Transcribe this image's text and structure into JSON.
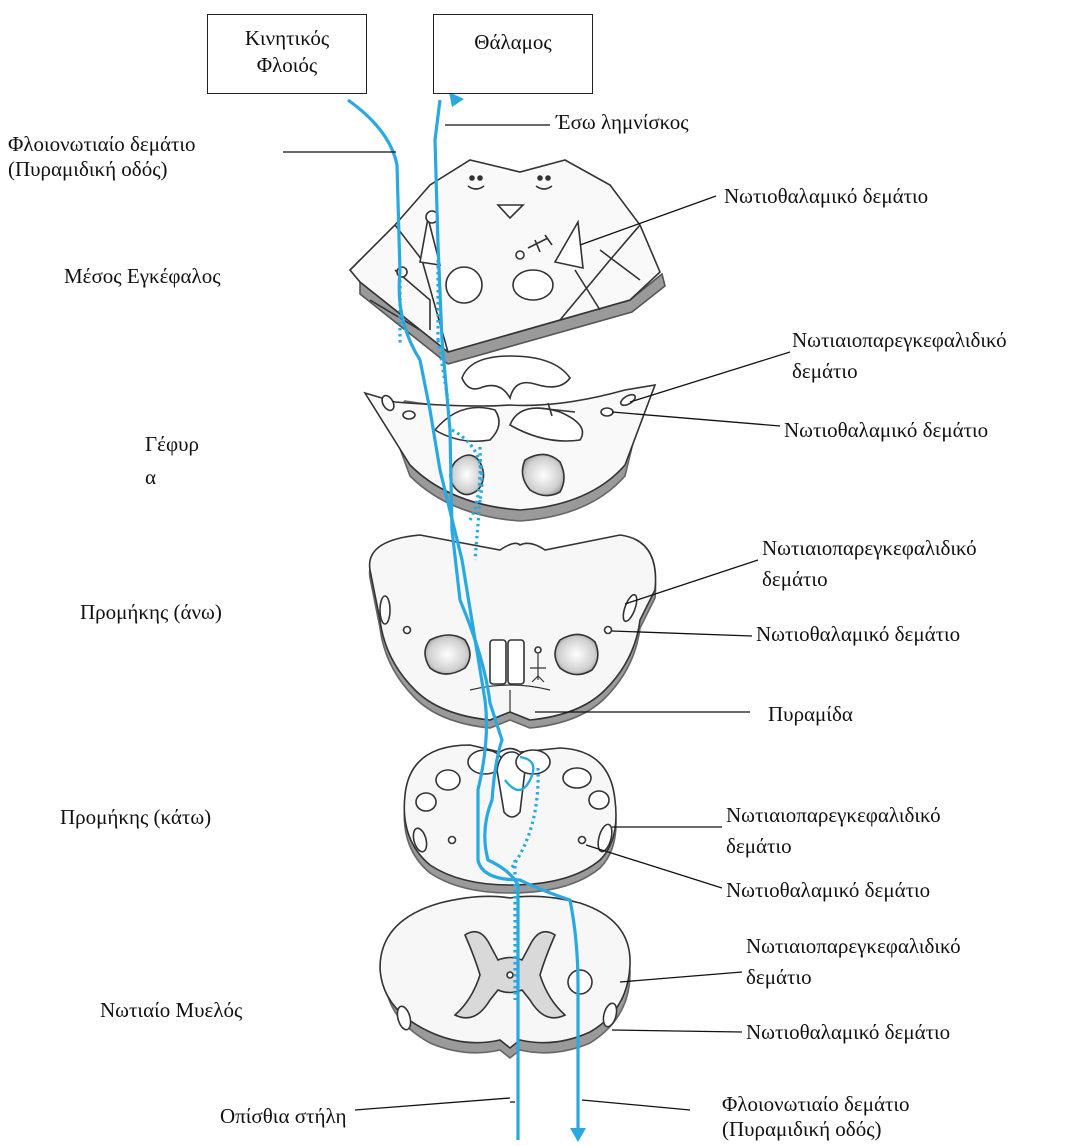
{
  "boxes": {
    "motor_cortex": {
      "line1": "Κινητικός",
      "line2": "Φλοιός"
    },
    "thalamus": {
      "line1": "Θάλαμος"
    }
  },
  "left_labels": {
    "corticospinal_top": {
      "line1": "Φλοιονωτιαίο δεμάτιο",
      "line2": "(Πυραμιδική οδός)"
    },
    "midbrain": "Μέσος Εγκέφαλος",
    "pons": {
      "line1": "Γέφυρ",
      "line2": "α"
    },
    "medulla_upper": "Προμήκης (άνω)",
    "medulla_lower": "Προμήκης (κάτω)",
    "spinal_cord": "Νωτιαίο Μυελός",
    "dorsal_column": "Οπίσθια στήλη"
  },
  "right_labels": {
    "medial_lemniscus": "Έσω λημνίσκος",
    "spinothalamic_1": "Νωτιοθαλαμικό δεμάτιο",
    "spinocerebellar_1": {
      "line1": "Νωτιαιοπαρεγκεφαλιδικό",
      "line2": "δεμάτιο"
    },
    "spinothalamic_2": "Νωτιοθαλαμικό δεμάτιο",
    "spinocerebellar_2": {
      "line1": "Νωτιαιοπαρεγκεφαλιδικό",
      "line2": "δεμάτιο"
    },
    "spinothalamic_3": "Νωτιοθαλαμικό δεμάτιο",
    "pyramid": "Πυραμίδα",
    "spinocerebellar_3": {
      "line1": "Νωτιαιοπαρεγκεφαλιδικό",
      "line2": "δεμάτιο"
    },
    "spinothalamic_4": "Νωτιοθαλαμικό δεμάτιο",
    "spinocerebellar_4": {
      "line1": "Νωτιαιοπαρεγκεφαλιδικό",
      "line2": "δεμάτιο"
    },
    "spinothalamic_5": "Νωτιοθαλαμικό δεμάτιο",
    "corticospinal_bottom": {
      "line1": "Φλοιονωτιαίο δεμάτιο",
      "line2": "(Πυραμιδική οδός)"
    }
  },
  "colors": {
    "pathway": "#29a9e0",
    "outline": "#333333",
    "shadow": "#9a9a9a",
    "fill": "#f7f7f7"
  }
}
